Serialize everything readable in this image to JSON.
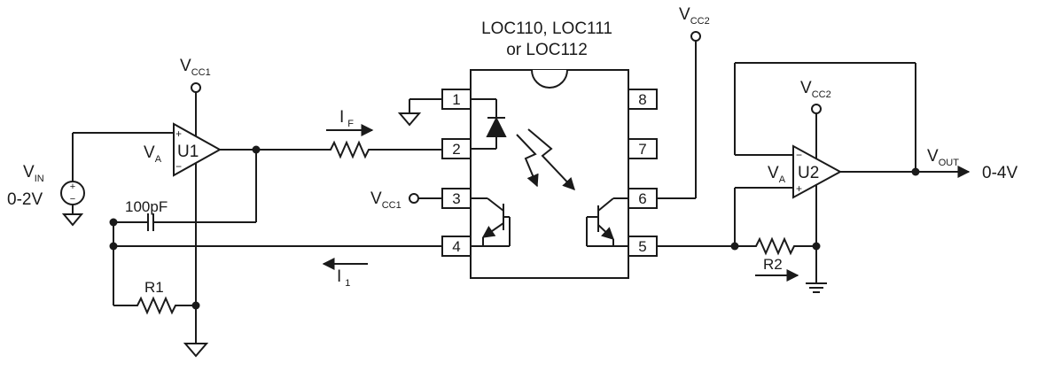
{
  "ic": {
    "part_line1": "LOC110, LOC111",
    "part_line2": "or LOC112",
    "pins": [
      "1",
      "2",
      "3",
      "4",
      "5",
      "6",
      "7",
      "8"
    ]
  },
  "amp_u1": {
    "label": "U1",
    "plus": "+",
    "minus": "−"
  },
  "amp_u2": {
    "label": "U2",
    "plus": "+",
    "minus": "−"
  },
  "labels": {
    "vcc_main": "V",
    "vcc1_sub": "CC1",
    "vcc2_sub": "CC2",
    "va_main": "V",
    "va_sub": "A",
    "vin_main": "V",
    "vin_sub": "IN",
    "vin_range": "0-2V",
    "vout_main": "V",
    "vout_sub": "OUT",
    "vout_range": "0-4V",
    "if_main": "I",
    "if_sub": "F",
    "i1_main": "I",
    "i1_sub": "1",
    "cap": "100pF",
    "r1": "R1",
    "r2": "R2",
    "src_plus": "+",
    "src_minus": "−"
  }
}
